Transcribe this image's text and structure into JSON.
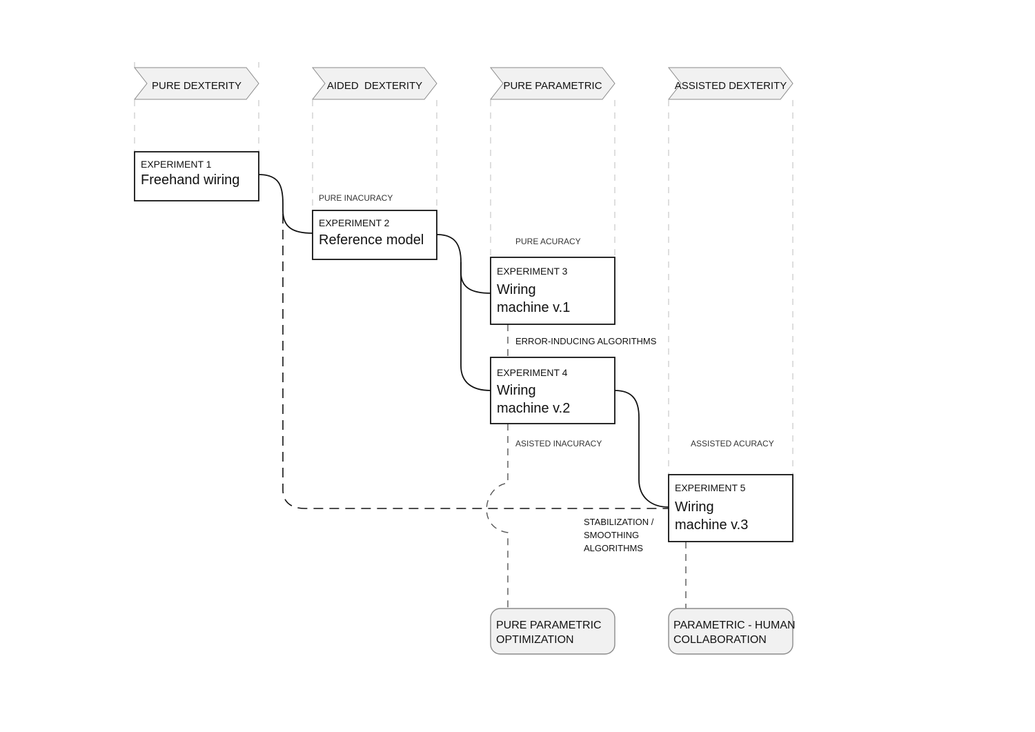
{
  "columns": [
    {
      "id": "pure-dexterity",
      "label": "PURE DEXTERITY"
    },
    {
      "id": "aided-dexterity",
      "label": "AIDED  DEXTERITY"
    },
    {
      "id": "pure-parametric",
      "label": "PURE PARAMETRIC"
    },
    {
      "id": "assisted-dexterity",
      "label": "ASSISTED DEXTERITY"
    }
  ],
  "experiments": [
    {
      "id": "exp1",
      "label": "EXPERIMENT 1",
      "title_lines": [
        "Freehand wiring"
      ]
    },
    {
      "id": "exp2",
      "label": "EXPERIMENT 2",
      "title_lines": [
        "Reference model"
      ]
    },
    {
      "id": "exp3",
      "label": "EXPERIMENT 3",
      "title_lines": [
        "Wiring",
        "machine v.1"
      ]
    },
    {
      "id": "exp4",
      "label": "EXPERIMENT 4",
      "title_lines": [
        "Wiring",
        "machine v.2"
      ]
    },
    {
      "id": "exp5",
      "label": "EXPERIMENT 5",
      "title_lines": [
        "Wiring",
        "machine v.3"
      ]
    }
  ],
  "annotations": {
    "pure_inaccuracy": "PURE INACURACY",
    "pure_accuracy": "PURE ACURACY",
    "error_inducing": "ERROR-INDUCING ALGORITHMS",
    "assisted_inaccuracy": "ASISTED INACURACY",
    "assisted_accuracy": "ASSISTED ACURACY",
    "stabilization_lines": [
      "STABILIZATION /",
      "SMOOTHING",
      "ALGORITHMS"
    ]
  },
  "outcomes": [
    {
      "id": "pure-parametric-optimization",
      "lines": [
        "PURE PARAMETRIC",
        "OPTIMIZATION"
      ]
    },
    {
      "id": "parametric-human-collaboration",
      "lines": [
        "PARAMETRIC - HUMAN",
        "COLLABORATION"
      ]
    }
  ]
}
